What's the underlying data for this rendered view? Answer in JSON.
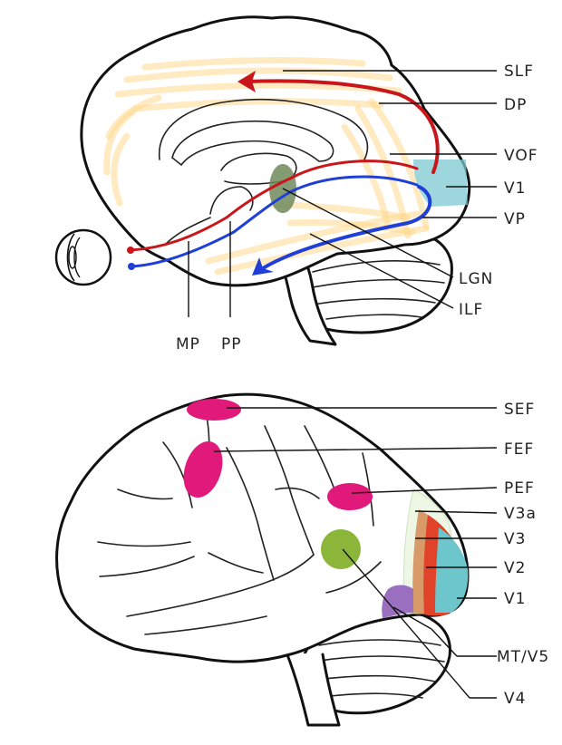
{
  "top_diagram": {
    "labels": {
      "slf": "SLF",
      "dp": "DP",
      "vof": "VOF",
      "v1": "V1",
      "vp": "VP",
      "lgn": "LGN",
      "ilf": "ILF",
      "mp": "MP",
      "pp": "PP"
    },
    "colors": {
      "dorsal_pathway": "#c8161b",
      "ventral_pathway": "#1f3fd6",
      "white_matter_tracts": "#ffd98e",
      "lgn": "#6f8a5c",
      "v1": "#7cc9d1"
    }
  },
  "bottom_diagram": {
    "labels": {
      "sef": "SEF",
      "fef": "FEF",
      "pef": "PEF",
      "v3a": "V3a",
      "v3": "V3",
      "v2": "V2",
      "v1": "V1",
      "mt_v5": "MT/V5",
      "v4": "V4"
    },
    "colors": {
      "eye_fields": "#e0197a",
      "v4": "#8bb63a",
      "v1": "#6cc6cc",
      "v2": "#e0432a",
      "v3": "#d99a6a",
      "v3a": "#eef6e4",
      "mt_v5": "#9b6fc0"
    }
  }
}
